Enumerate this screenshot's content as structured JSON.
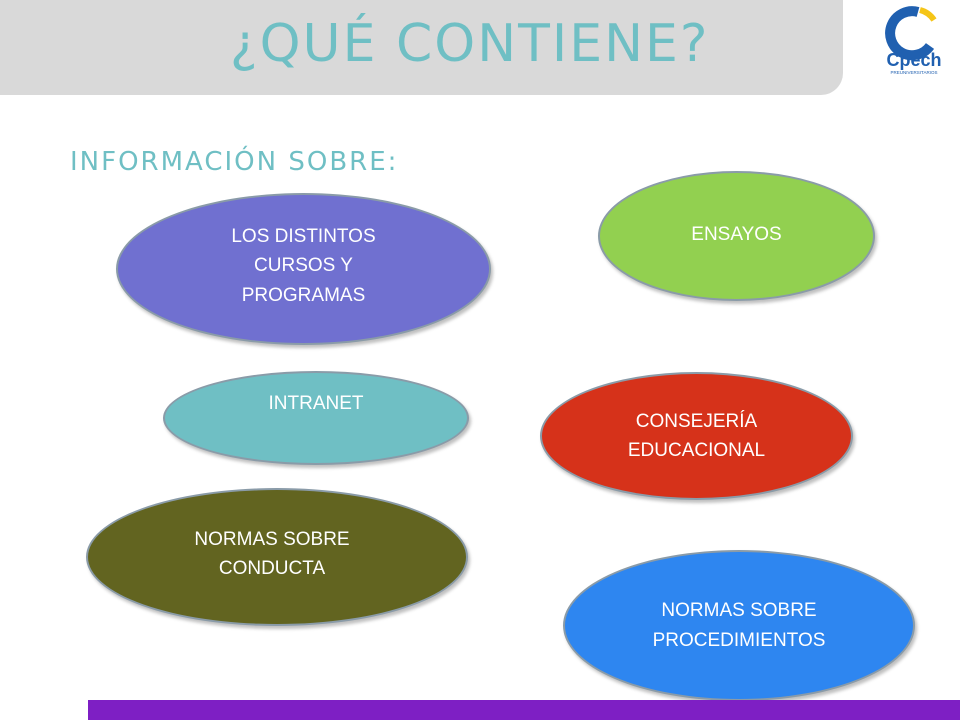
{
  "header": {
    "title": "¿QUÉ CONTIENE?"
  },
  "logo": {
    "brand": "Cpech",
    "tagline": "PREUNIVERSITARIOS"
  },
  "section": {
    "label": "INFORMACIÓN SOBRE:"
  },
  "items": [
    {
      "label": "LOS DISTINTOS\nCURSOS Y\nPROGRAMAS",
      "color": "#7070d0",
      "text_color": "#ffffff"
    },
    {
      "label": "ENSAYOS",
      "color": "#92d050",
      "text_color": "#ffffff"
    },
    {
      "label": "INTRANET",
      "color": "#6fbfc4",
      "text_color": "#ffffff"
    },
    {
      "label": "CONSEJERÍA\nEDUCACIONAL",
      "color": "#d6321a",
      "text_color": "#ffffff"
    },
    {
      "label": "NORMAS SOBRE\nCONDUCTA",
      "color": "#626420",
      "text_color": "#ffffff"
    },
    {
      "label": "NORMAS SOBRE\nPROCEDIMIENTOS",
      "color": "#2e86f0",
      "text_color": "#ffffff"
    }
  ],
  "footer": {
    "bar_color": "#7e1fc4"
  }
}
